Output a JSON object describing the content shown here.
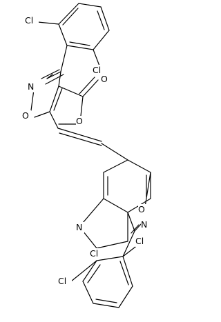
{
  "structure": {
    "atom_labels": {
      "cl_top_left": "Cl",
      "cl_top_right": "Cl",
      "n_upper": "N",
      "o_upper": "O",
      "o_ester_carbonyl": "O",
      "o_ester_methoxy": "O",
      "o_lower": "O",
      "n_lower_ring": "N",
      "n_pyridine": "N",
      "cl_pyridine": "Cl",
      "cl_bottom_left": "Cl",
      "cl_bottom_right": "Cl"
    }
  }
}
